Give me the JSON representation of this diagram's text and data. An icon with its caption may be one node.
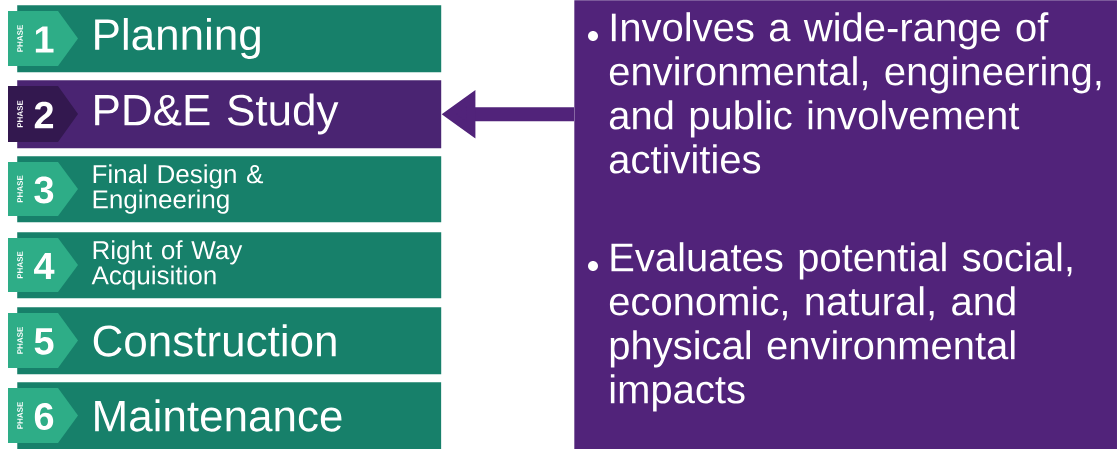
{
  "diagram": {
    "nodes": [
      {
        "text": [
          "PHASE",
          "1",
          "Planning"
        ]
      },
      {
        "text": [
          "PHASE",
          "2",
          "PD&E Study"
        ]
      },
      {
        "text": [
          "PHASE",
          "3",
          "Final Design & Engineering"
        ]
      },
      {
        "text": [
          "PHASE",
          "4",
          "Right of Way Acquisition"
        ]
      },
      {
        "text": [
          "PHASE",
          "5",
          "Construction"
        ]
      },
      {
        "text": [
          "PHASE",
          "6",
          "Maintenance"
        ]
      },
      {
        "text": [
          "Involves a wide-range of environmental, engineering, and public involvement activities",
          "Evaluates potential social, economic, natural, and physical environmental impacts"
        ]
      }
    ],
    "edges": [
      {
        "from": 6,
        "to": 1,
        "arrow": "to"
      }
    ]
  }
}
